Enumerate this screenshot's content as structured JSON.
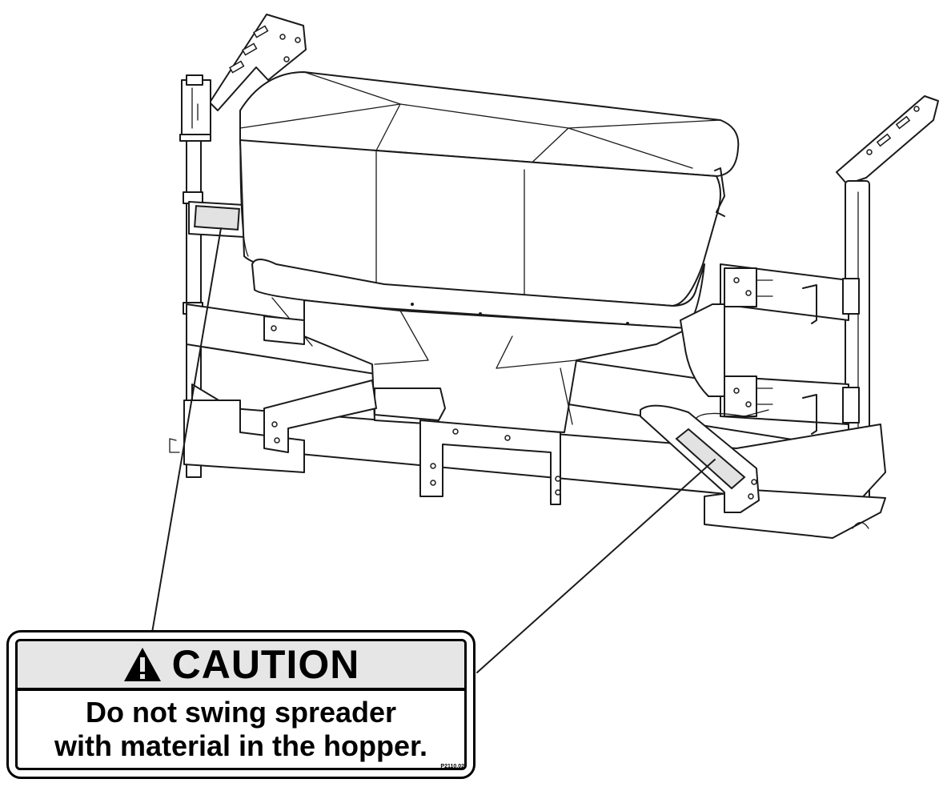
{
  "label": {
    "heading": "CAUTION",
    "warning_icon": "warning-triangle-icon",
    "line1": "Do not swing spreader",
    "line2": "with material in the hopper."
  },
  "reference_code": "P2110.02",
  "colors": {
    "outline": "#1a1a1a",
    "decal_fill": "#e2e2e2",
    "header_fill": "#e6e6e6"
  }
}
